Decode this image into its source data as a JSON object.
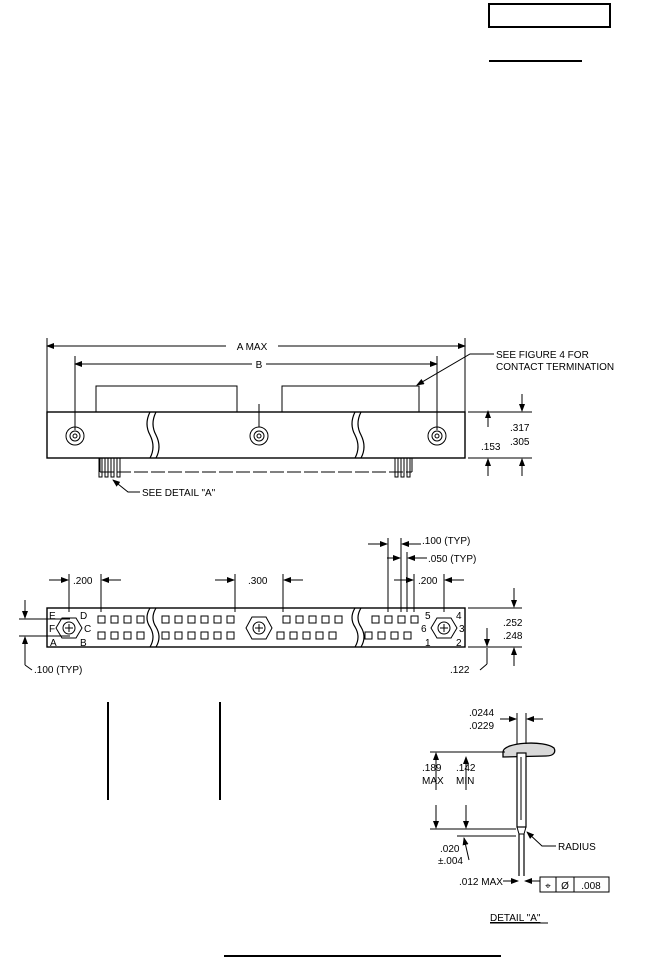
{
  "connector_view": {
    "dim_a": "A MAX",
    "dim_b": "B",
    "note_line1": "SEE FIGURE 4 FOR",
    "note_line2": "CONTACT TERMINATION",
    "dim_317": ".317",
    "dim_305": ".305",
    "dim_153": ".153",
    "detail_callout": "SEE DETAIL \"A\""
  },
  "face_view": {
    "dim_100_typ": ".100 (TYP)",
    "dim_050_typ": ".050 (TYP)",
    "dim_200_left": ".200",
    "dim_300": ".300",
    "dim_200_right": ".200",
    "dim_252": ".252",
    "dim_248": ".248",
    "dim_122": ".122",
    "dim_100_typ_bottom": ".100 (TYP)",
    "letter_e": "E",
    "letter_d": "D",
    "letter_f": "F",
    "letter_c": "C",
    "letter_a": "A",
    "letter_b": "B",
    "num_5": "5",
    "num_4": "4",
    "num_6": "6",
    "num_3": "3",
    "num_1": "1",
    "num_2": "2"
  },
  "detail_a": {
    "dim_0244": ".0244",
    "dim_0229": ".0229",
    "dim_189": ".189",
    "max_label": "MAX",
    "dim_142": ".142",
    "min_label": "MIN",
    "dim_020": ".020",
    "dim_004": "±.004",
    "radius_label": "RADIUS",
    "dim_012": ".012 MAX",
    "tol_symbol": "⌖",
    "tol_dia": "Ø",
    "tol_value": ".008",
    "caption": "DETAIL \"A\""
  }
}
